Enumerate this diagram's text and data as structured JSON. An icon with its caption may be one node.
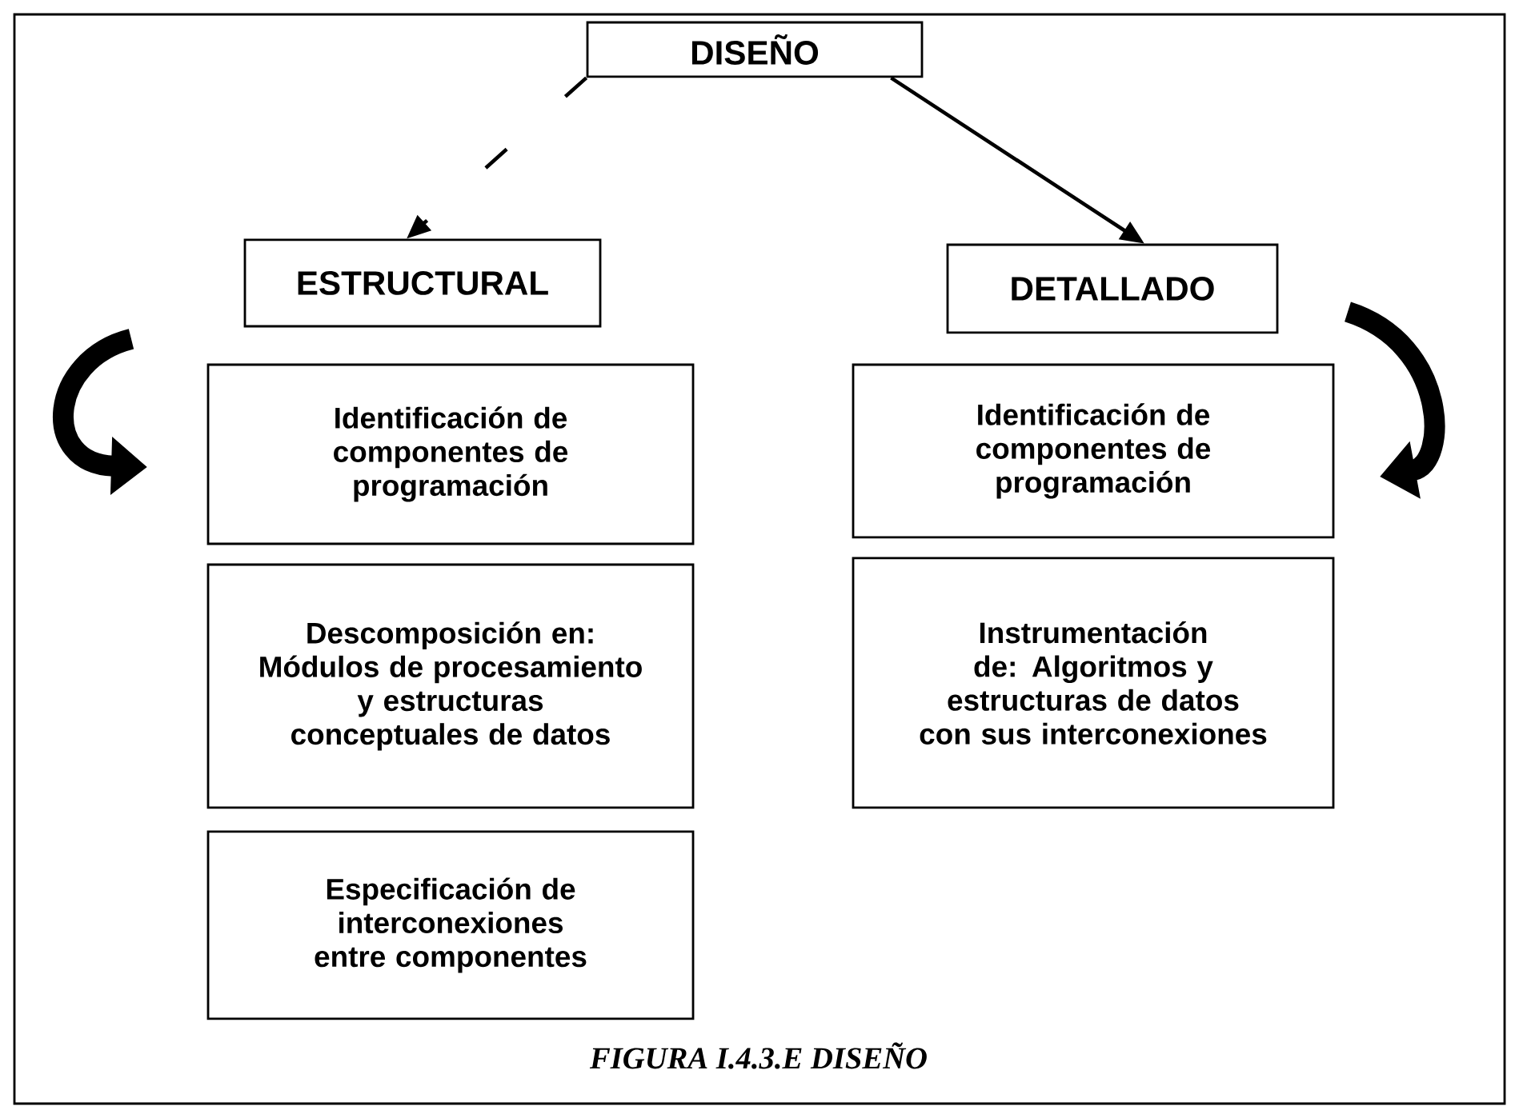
{
  "diagram": {
    "caption": "FIGURA I.4.3.E DISEÑO",
    "nodes": [
      {
        "text": [
          "DISEÑO"
        ]
      },
      {
        "text": [
          "ESTRUCTURAL"
        ]
      },
      {
        "text": [
          "DETALLADO"
        ]
      },
      {
        "text": [
          "Identificación de componentes de programación"
        ]
      },
      {
        "text": [
          "Descomposición en: Módulos de procesamiento y estructuras conceptuales de datos"
        ]
      },
      {
        "text": [
          "Especificación de interconexiones entre componentes"
        ]
      },
      {
        "text": [
          "Identificación de componentes de programación"
        ]
      },
      {
        "text": [
          "Instrumentación de: Algoritmos y estructuras de datos con sus interconexiones"
        ]
      }
    ],
    "edges": [
      {
        "from": 0,
        "to": 1,
        "arrow": "to",
        "style": "dashed"
      },
      {
        "from": 0,
        "to": 2,
        "arrow": "to"
      }
    ]
  }
}
